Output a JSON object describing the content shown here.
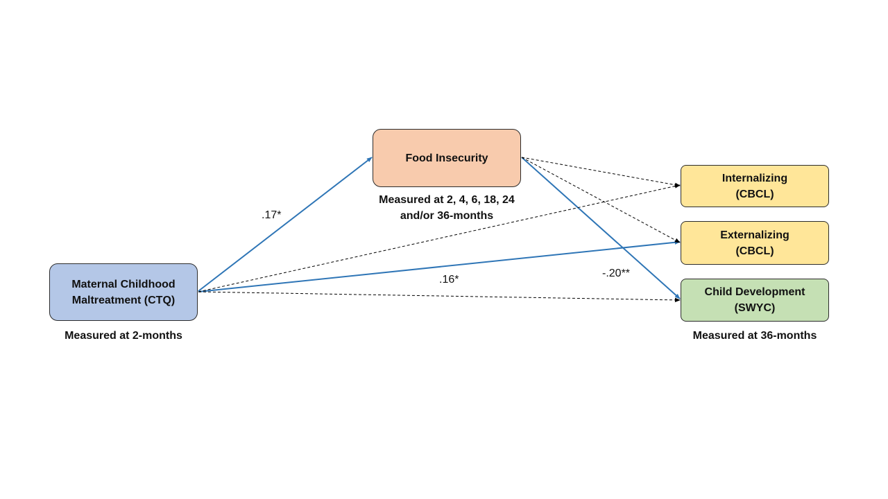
{
  "nodes": {
    "maltreatment": {
      "lines": [
        "Maternal Childhood",
        "Maltreatment (CTQ)"
      ],
      "color": "#b4c7e7"
    },
    "food_insecurity": {
      "lines": [
        "Food Insecurity"
      ],
      "color": "#f8cbad"
    },
    "internalizing": {
      "lines": [
        "Internalizing",
        "(CBCL)"
      ],
      "color": "#ffe699"
    },
    "externalizing": {
      "lines": [
        "Externalizing",
        "(CBCL)"
      ],
      "color": "#ffe699"
    },
    "child_development": {
      "lines": [
        "Child Development",
        "(SWYC)"
      ],
      "color": "#c5e0b4"
    }
  },
  "captions": {
    "maltreatment": "Measured at 2-months",
    "food_insecurity": [
      "Measured at 2, 4, 6, 18, 24",
      "and/or 36-months"
    ],
    "outcomes": "Measured at 36-months"
  },
  "paths": [
    {
      "from": "maltreatment",
      "to": "food_insecurity",
      "style": "solid",
      "coefficient": ".17*"
    },
    {
      "from": "maltreatment",
      "to": "externalizing",
      "style": "solid",
      "coefficient": ".16*"
    },
    {
      "from": "food_insecurity",
      "to": "child_development",
      "style": "solid",
      "coefficient": "-.20**"
    },
    {
      "from": "food_insecurity",
      "to": "internalizing",
      "style": "dashed",
      "coefficient": ""
    },
    {
      "from": "food_insecurity",
      "to": "externalizing",
      "style": "dashed",
      "coefficient": ""
    },
    {
      "from": "maltreatment",
      "to": "internalizing",
      "style": "dashed",
      "coefficient": ""
    },
    {
      "from": "maltreatment",
      "to": "child_development",
      "style": "dashed",
      "coefficient": ""
    }
  ],
  "colors": {
    "significant_path": "#2e75b6",
    "nonsignificant_path": "#000000"
  }
}
